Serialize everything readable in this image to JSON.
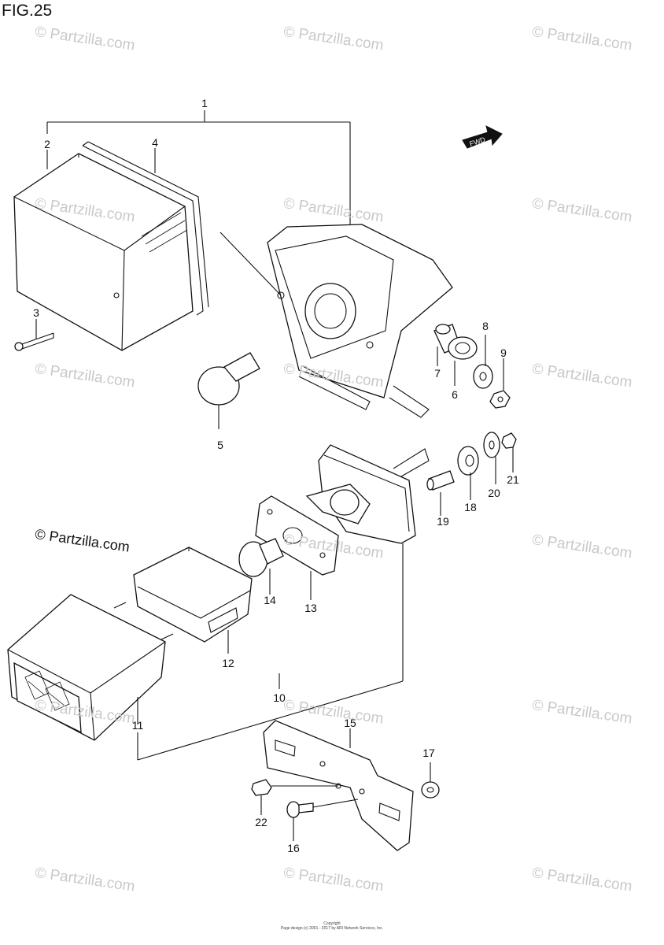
{
  "figure": {
    "title": "FIG.25",
    "fwd_label": "FWD"
  },
  "watermark": {
    "text": "© Partzilla.com"
  },
  "callouts": {
    "c1": "1",
    "c2": "2",
    "c3": "3",
    "c4": "4",
    "c5": "5",
    "c6": "6",
    "c7": "7",
    "c8": "8",
    "c9": "9",
    "c10": "10",
    "c11": "11",
    "c12": "12",
    "c13": "13",
    "c14": "14",
    "c15": "15",
    "c16": "16",
    "c17": "17",
    "c18": "18",
    "c19": "19",
    "c20": "20",
    "c21": "21",
    "c22": "22"
  },
  "footer": {
    "line1": "Copyright",
    "line2": "Page design (c) 2001 - 2017 by ARI Network Services, Inc."
  }
}
